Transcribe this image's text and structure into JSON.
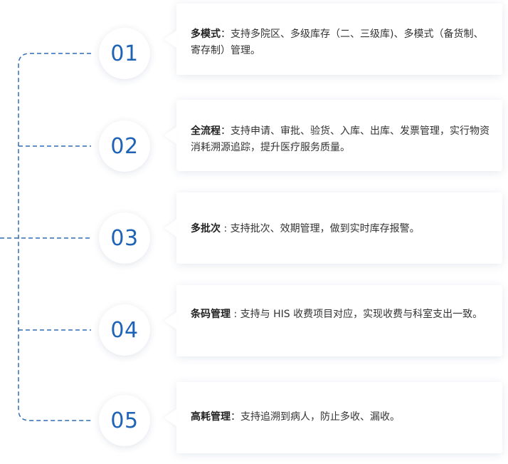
{
  "items": [
    {
      "num": "01",
      "label": "多模式",
      "sep": "：",
      "desc": "支持多院区、多级库存（二、三级库)、多模式（备货制、寄存制）管理。"
    },
    {
      "num": "02",
      "label": "全流程",
      "sep": "：",
      "desc": "支持申请、审批、验货、入库、出库、发票管理，实行物资消耗溯源追踪，提升医疗服务质量。"
    },
    {
      "num": "03",
      "label": "多批次",
      "sep": " : ",
      "desc": "支持批次、效期管理，做到实时库存报警。"
    },
    {
      "num": "04",
      "label": "条码管理",
      "sep": " : ",
      "desc": "支持与 HIS 收费项目对应，实现收费与科室支出一致。"
    },
    {
      "num": "05",
      "label": "高耗管理",
      "sep": "：",
      "desc": "支持追溯到病人，防止多收、漏收。"
    }
  ],
  "colors": {
    "accent": "#1e63b6",
    "line": "#2f6db5"
  }
}
